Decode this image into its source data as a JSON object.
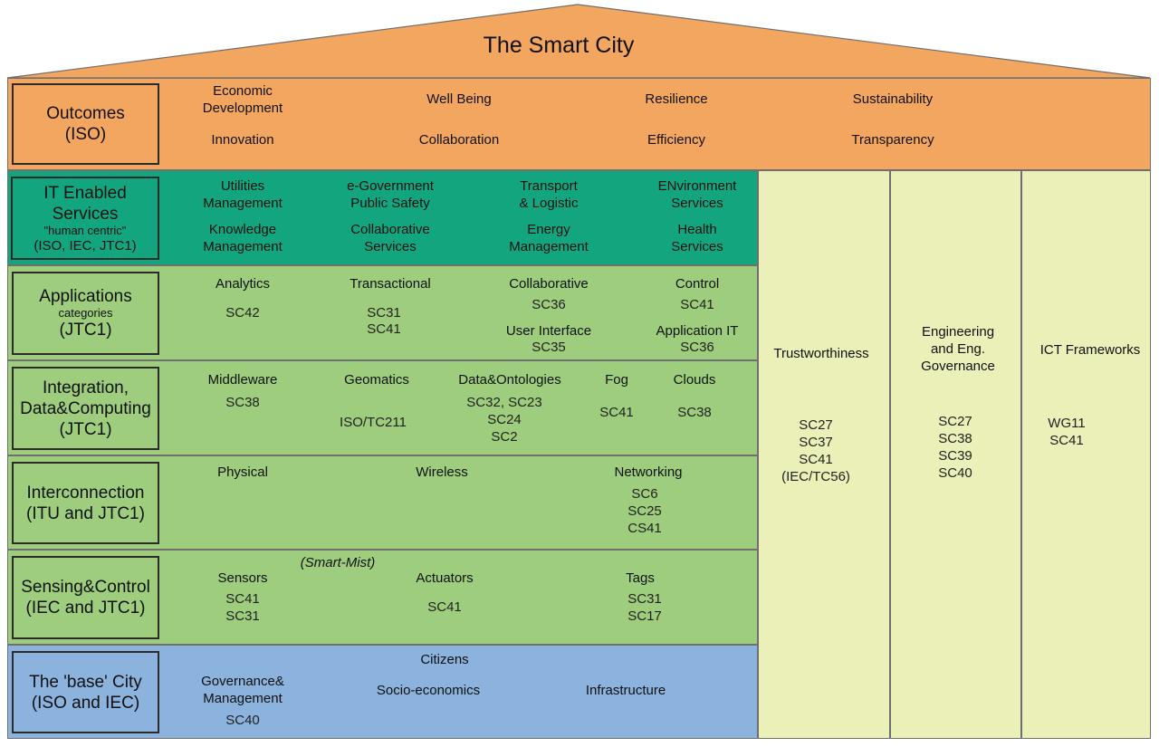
{
  "title": "The Smart City",
  "colors": {
    "orange": "#f3a65f",
    "teal": "#13a67e",
    "green": "#9dcd7d",
    "blue": "#8cb2de",
    "pale": "#ebf0b8"
  },
  "outcomes": {
    "label": [
      "Outcomes",
      "(ISO)"
    ],
    "items": [
      "Economic",
      "Development",
      "Well Being",
      "Resilience",
      "Sustainability",
      "Innovation",
      "Collaboration",
      "Efficiency",
      "Transparency"
    ]
  },
  "it_services": {
    "label": [
      "IT Enabled",
      "Services",
      "\"human centric\"",
      "(ISO, IEC, JTC1)"
    ],
    "items": [
      "Utilities",
      "Management",
      "e-Government",
      "Public Safety",
      "Transport",
      "& Logistic",
      "ENvironment",
      "Services",
      "Knowledge",
      "Management",
      "Collaborative",
      "Services",
      "Energy",
      "Management",
      "Health",
      "Services"
    ]
  },
  "applications": {
    "label": [
      "Applications",
      "categories",
      "(JTC1)"
    ],
    "items": [
      "Analytics",
      "SC42",
      "Transactional",
      "SC31",
      "SC41",
      "Collaborative",
      "SC36",
      "User Interface",
      "SC35",
      "Control",
      "SC41",
      "Application IT",
      "SC36"
    ]
  },
  "integration": {
    "label": [
      "Integration,",
      "Data&Computing",
      "(JTC1)"
    ],
    "items": [
      "Middleware",
      "SC38",
      "Geomatics",
      "ISO/TC211",
      "Data&Ontologies",
      "SC32, SC23",
      "SC24",
      "SC2",
      "Fog",
      "SC41",
      "Clouds",
      "SC38"
    ]
  },
  "interconnection": {
    "label": [
      "Interconnection",
      "(ITU and JTC1)"
    ],
    "items": [
      "Physical",
      "Wireless",
      "Networking",
      "SC6",
      "SC25",
      "CS41"
    ]
  },
  "sensing": {
    "label": [
      "Sensing&Control",
      "(IEC and JTC1)"
    ],
    "items": [
      "(Smart-Mist)",
      "Sensors",
      "SC41",
      "SC31",
      "Actuators",
      "SC41",
      "Tags",
      "SC31",
      "SC17"
    ]
  },
  "base": {
    "label": [
      "The 'base' City",
      "(ISO and IEC)"
    ],
    "items": [
      "Citizens",
      "Governance&",
      "Management",
      "SC40",
      "Socio-economics",
      "Infrastructure"
    ]
  },
  "columns": [
    {
      "title": [
        "Trustworthiness"
      ],
      "codes": [
        "SC27",
        "SC37",
        "SC41",
        "(IEC/TC56)"
      ]
    },
    {
      "title": [
        "Engineering",
        "and Eng.",
        "Governance"
      ],
      "codes": [
        "SC27",
        "SC38",
        "SC39",
        "SC40"
      ]
    },
    {
      "title": [
        "ICT Frameworks"
      ],
      "codes": [
        "WG11",
        "SC41"
      ]
    }
  ]
}
